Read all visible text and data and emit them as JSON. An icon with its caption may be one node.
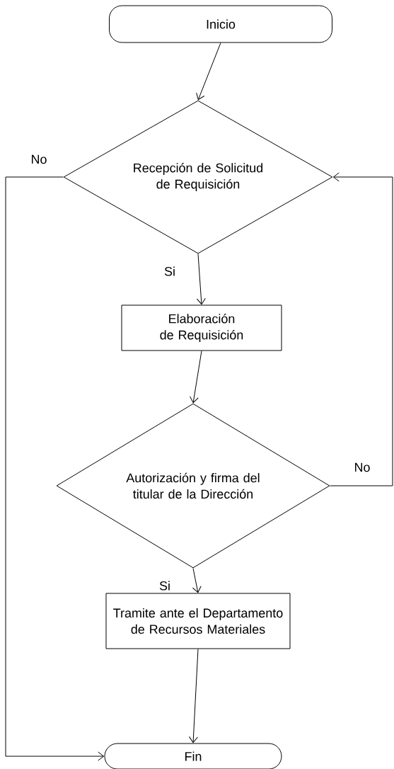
{
  "diagram": {
    "nodes": [
      {
        "text": [
          "Inicio"
        ]
      },
      {
        "text": [
          "Recepción de Solicitud de Requisición"
        ]
      },
      {
        "text": [
          "Elaboración de Requisición"
        ]
      },
      {
        "text": [
          "Autorización y firma del titular de la Dirección"
        ]
      },
      {
        "text": [
          "Tramite ante el Departamento de Recursos Materiales"
        ]
      },
      {
        "text": [
          "Fin"
        ]
      }
    ],
    "edges": [
      {
        "from": 0,
        "to": 1,
        "arrow": "to"
      },
      {
        "from": 1,
        "to": 2,
        "arrow": "to",
        "label": "Si"
      },
      {
        "from": 2,
        "to": 3,
        "arrow": "to"
      },
      {
        "from": 3,
        "to": 4,
        "arrow": "to",
        "label": "Si"
      },
      {
        "from": 4,
        "to": 5,
        "arrow": "to"
      },
      {
        "from": 1,
        "to": 5,
        "arrow": "to",
        "label": "No"
      },
      {
        "from": 3,
        "to": 1,
        "arrow": "to",
        "label": "No"
      }
    ]
  }
}
